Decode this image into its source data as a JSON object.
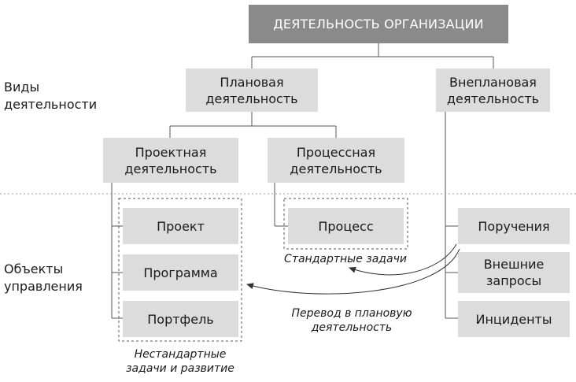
{
  "top": {
    "title": "ДЕЯТЕЛЬНОСТЬ ОРГАНИЗАЦИИ"
  },
  "side_labels": {
    "activity_types": "Виды\nдеятельности",
    "management_objects": "Объекты\nуправления"
  },
  "activity": {
    "planned": "Плановая\nдеятельность",
    "unplanned": "Внеплановая\nдеятельность",
    "project": "Проектная\nдеятельность",
    "process": "Процессная\nдеятельность"
  },
  "objects": {
    "project": "Проект",
    "program": "Программа",
    "portfolio": "Портфель",
    "process": "Процесс",
    "assignments": "Поручения",
    "external_requests": "Внешние\nзапросы",
    "incidents": "Инциденты"
  },
  "captions": {
    "non_standard": "Нестандартные\nзадачи и развитие",
    "standard": "Стандартные задачи",
    "transfer": "Перевод в плановую\nдеятельность"
  },
  "colors": {
    "box_fill": "#dcdcdc",
    "top_fill": "#8a8a8a",
    "line": "#555555"
  }
}
